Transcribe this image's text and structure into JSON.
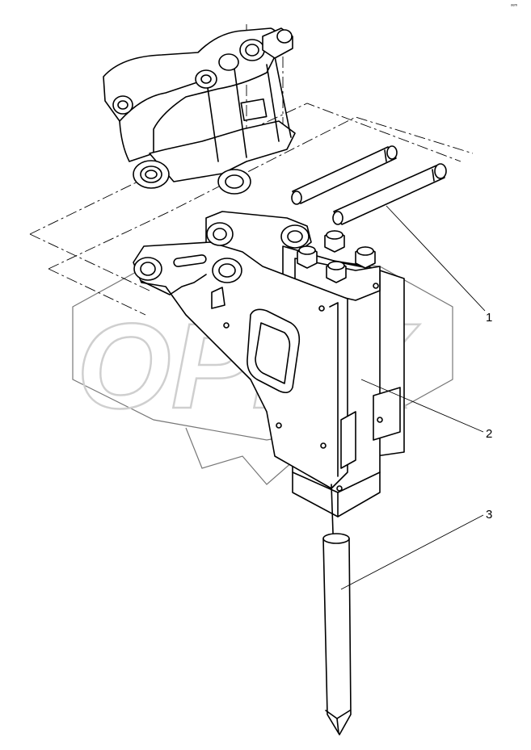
{
  "corner_mark": "ᵒᵉᵐ",
  "watermark": {
    "text": "OPEX"
  },
  "callouts": [
    {
      "id": "1",
      "label": "1"
    },
    {
      "id": "2",
      "label": "2"
    },
    {
      "id": "3",
      "label": "3"
    }
  ],
  "parts": [
    {
      "callout": "1",
      "name_key": "pins"
    },
    {
      "callout": "2",
      "name_key": "hammer-body"
    },
    {
      "callout": "3",
      "name_key": "chisel"
    }
  ]
}
